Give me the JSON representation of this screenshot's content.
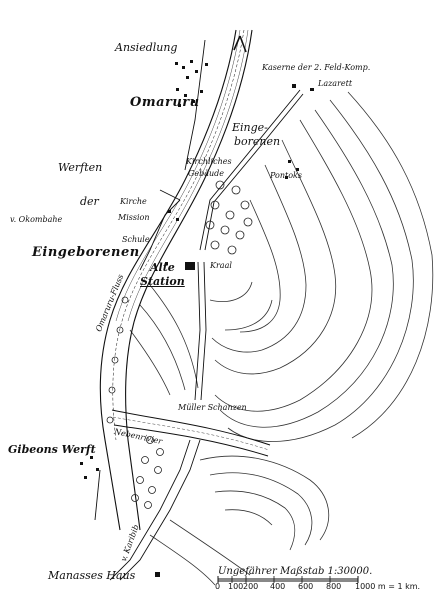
{
  "labels": {
    "ansiedlung": "Ansiedlung",
    "omaruru": "Omaruru",
    "kaserne": "Kaserne der 2. Feld-Komp.",
    "lazarett": "Lazarett",
    "eingeborenen_top": "Einge-",
    "eingeborenen_top2": "borenen",
    "werften": "Werften",
    "kirchliches": "Kirchliches",
    "gebaeude": "Gebäude",
    "pontoks": "Pontoks",
    "der": "der",
    "kirche": "Kirche",
    "okombahe": "v. Okombahe",
    "mission": "Mission",
    "schule": "Schule",
    "eingeborenen_left": "Eingeborenen",
    "alte": "Alte",
    "station": "Station",
    "kraal": "Kraal",
    "river": "Omaruru-Fluss",
    "mueller": "Müller Schanzen",
    "nebenrivier": "Nebenrivier",
    "gibeons": "Gibeons Werft",
    "karibib": "v. Karibib",
    "manasses": "Manasses Haus"
  },
  "scale": {
    "title": "Ungefährer Maßstab 1:30000.",
    "ticks": [
      "0",
      "100",
      "200",
      "400",
      "600",
      "800",
      "1000 m = 1 km."
    ]
  },
  "colors": {
    "ink": "#111111",
    "paper": "#ffffff"
  }
}
